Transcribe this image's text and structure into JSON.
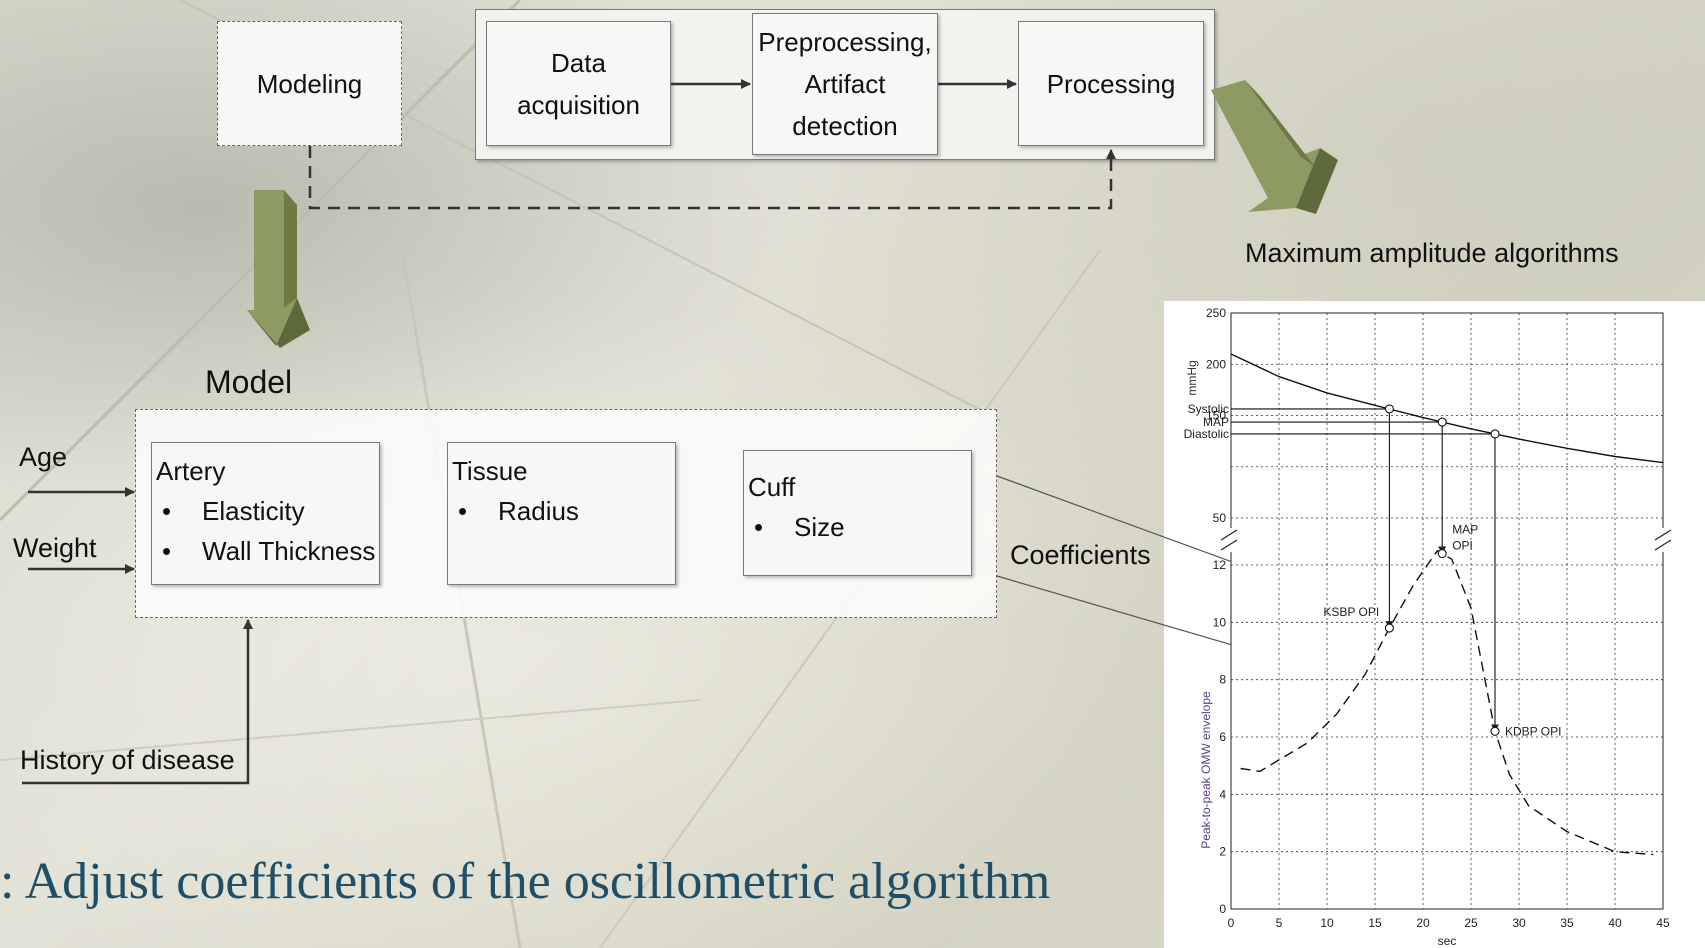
{
  "pipeline": {
    "modeling": "Modeling",
    "data_acquisition": "Data acquisition",
    "preprocessing_lines": [
      "Preprocessing,",
      "Artifact",
      "detection"
    ],
    "processing": "Processing"
  },
  "model": {
    "title": "Model",
    "artery": {
      "title": "Artery",
      "items": [
        "Elasticity",
        "Wall Thickness"
      ]
    },
    "tissue": {
      "title": "Tissue",
      "items": [
        "Radius"
      ]
    },
    "cuff": {
      "title": "Cuff",
      "items": [
        "Size"
      ]
    }
  },
  "inputs": {
    "age": "Age",
    "weight": "Weight",
    "history": "History of disease"
  },
  "coefficients_label": "Coefficients",
  "max_amplitude_label": "Maximum amplitude algorithms",
  "footer_text": ": Adjust coefficients of the oscillometric algorithm",
  "colors": {
    "arrow_green": "#7d8c54",
    "footer_blue": "#1f4e67"
  },
  "chart_data": {
    "type": "line",
    "xlabel": "sec",
    "ylabel_top": "mmHg",
    "ylabel_bottom": "Peak-to-peak OMW envelope",
    "x_ticks": [
      0,
      5,
      10,
      15,
      20,
      25,
      30,
      35,
      40,
      45
    ],
    "top_axis": {
      "ylim": [
        50,
        250
      ],
      "ticks": [
        50,
        100,
        150,
        200,
        250
      ],
      "tick_labels": [
        "50",
        "",
        "150",
        "200",
        "250"
      ]
    },
    "bottom_axis": {
      "ylim": [
        0,
        12
      ],
      "ticks": [
        0,
        2,
        4,
        6,
        8,
        10,
        12
      ]
    },
    "grid": true,
    "series": [
      {
        "style": "solid",
        "axis": "top",
        "x": [
          0,
          5,
          10,
          15,
          20,
          25,
          30,
          35,
          40,
          45
        ],
        "y": [
          210,
          188,
          172,
          160,
          148,
          137,
          127,
          118,
          110,
          104
        ]
      },
      {
        "style": "dashed",
        "axis": "bottom",
        "x": [
          1,
          3,
          5,
          8,
          11,
          14,
          16.5,
          19,
          21.5,
          23,
          25,
          27.5,
          29,
          31,
          35,
          40,
          44
        ],
        "y": [
          4.9,
          4.8,
          5.2,
          5.8,
          6.8,
          8.2,
          9.8,
          11.3,
          12.5,
          12.2,
          10.5,
          6.2,
          4.7,
          3.6,
          2.7,
          2.0,
          1.9
        ]
      }
    ],
    "reference_labels": {
      "systolic": "Systolic",
      "map": "MAP",
      "diastolic": "Diastolic"
    },
    "reference_points": {
      "systolic_x": 16.5,
      "map_x": 22,
      "diastolic_x": 27.5
    },
    "annotations": {
      "map_opi": [
        "MAP",
        "OPI"
      ],
      "ksbp_opi": "KSBP OPI",
      "kdbp_opi": "KDBP OPI"
    }
  }
}
